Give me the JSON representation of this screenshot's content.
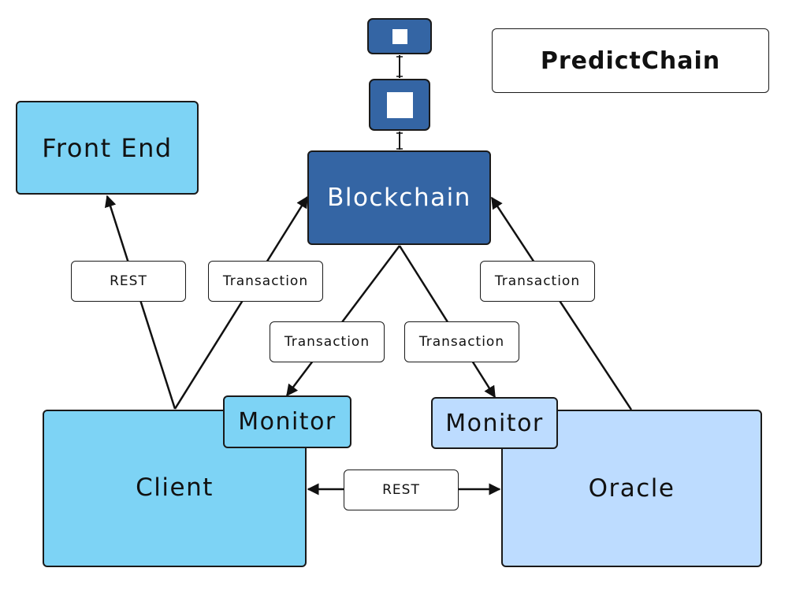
{
  "title": "PredictChain",
  "nodes": {
    "front_end": "Front End",
    "blockchain": "Blockchain",
    "client": "Client",
    "oracle": "Oracle",
    "client_monitor": "Monitor",
    "oracle_monitor": "Monitor"
  },
  "edges": {
    "client_to_front_end": "REST",
    "client_to_blockchain": "Transaction",
    "oracle_to_blockchain": "Transaction",
    "blockchain_to_client_monitor": "Transaction",
    "blockchain_to_oracle_monitor": "Transaction",
    "client_oracle": "REST"
  },
  "colors": {
    "light_blue": "#7dd3f5",
    "pale_blue": "#bddcff",
    "dark_blue": "#3465a4",
    "stroke": "#1a1a1a"
  }
}
